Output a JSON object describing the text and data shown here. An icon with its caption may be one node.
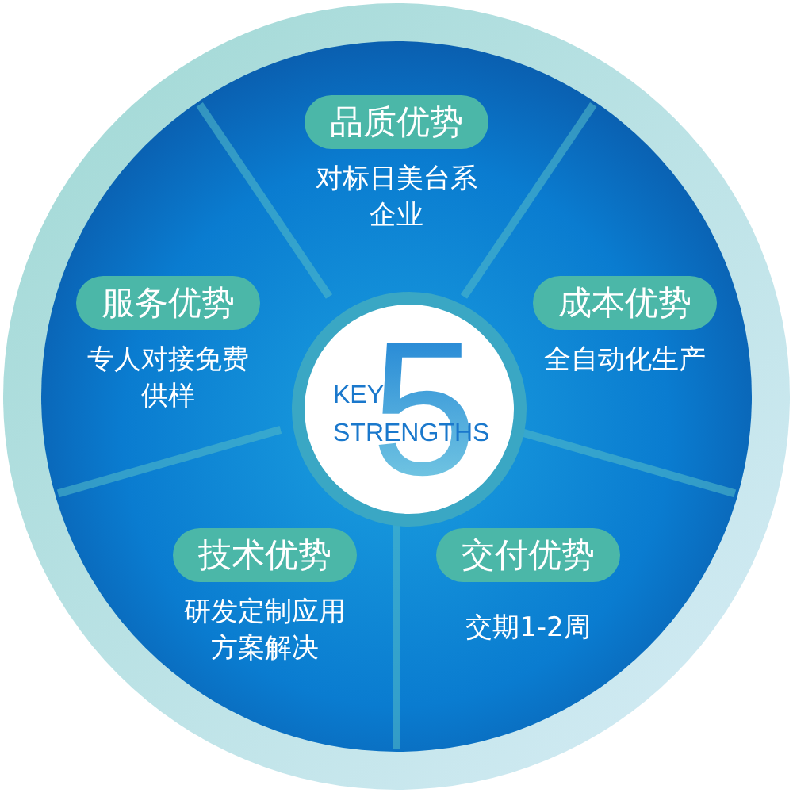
{
  "diagram": {
    "nodes": [
      {
        "text": [
          "KEY STRENGTHS",
          "5"
        ]
      },
      {
        "text": [
          "品质优势",
          "对标日美台系企业"
        ]
      },
      {
        "text": [
          "服务优势",
          "专人对接免费供样"
        ]
      },
      {
        "text": [
          "成本优势",
          "全自动化生产"
        ]
      },
      {
        "text": [
          "技术优势",
          "研发定制应用方案解决"
        ]
      },
      {
        "text": [
          "交付优势",
          "交期1-2周"
        ]
      }
    ]
  }
}
